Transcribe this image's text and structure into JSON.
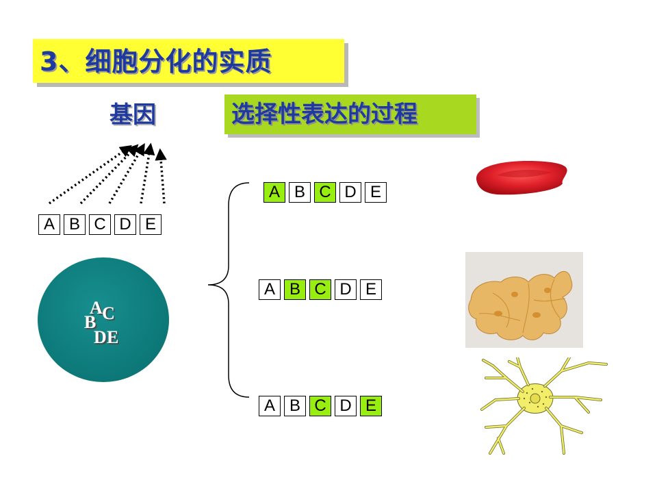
{
  "title": "3、细胞分化的实质",
  "label_gene": "基因",
  "label_selective": "选择性表达的过程",
  "gene_set": [
    "A",
    "B",
    "C",
    "D",
    "E"
  ],
  "nucleus_letters": [
    "A",
    "C",
    "B",
    "D",
    "E"
  ],
  "expression_rows": [
    {
      "cell": "red-blood-cell",
      "active": [
        "A",
        "C"
      ]
    },
    {
      "cell": "epithelial-cells",
      "active": [
        "B",
        "C"
      ]
    },
    {
      "cell": "neuron",
      "active": [
        "C",
        "E"
      ]
    }
  ],
  "colors": {
    "title_bg": "#ffff33",
    "label_bg": "#a8d820",
    "text_blue": "#1f3a9f",
    "gene_active": "#99ee11",
    "cell_teal": "#0e7b7b"
  },
  "icons": [
    "red-blood-cell-image",
    "epithelial-cells-image",
    "neuron-image"
  ]
}
